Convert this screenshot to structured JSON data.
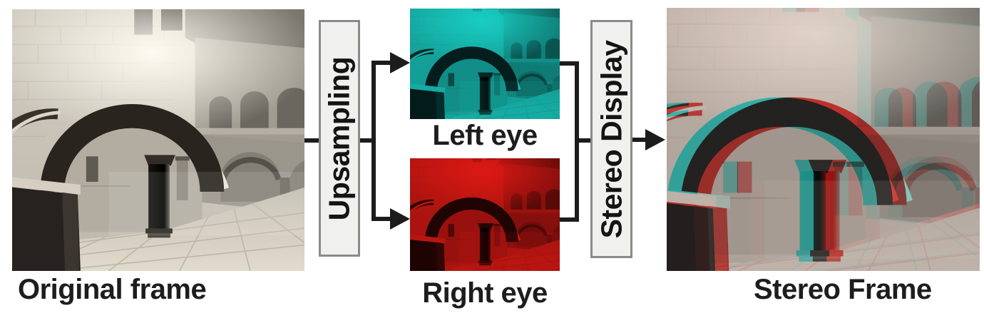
{
  "figure": {
    "description": "Stereo rendering pipeline diagram",
    "stages": {
      "original_frame": {
        "label": "Original frame",
        "image": "atrium-rendering-grayscale"
      },
      "upsampling": {
        "label": "Upsampling"
      },
      "left_eye": {
        "label": "Left eye",
        "image": "atrium-rendering-cyan-tint"
      },
      "right_eye": {
        "label": "Right eye",
        "image": "atrium-rendering-red-tint"
      },
      "stereo_display": {
        "label": "Stereo Display"
      },
      "stereo_frame": {
        "label": "Stereo Frame",
        "image": "atrium-rendering-anaglyph"
      }
    },
    "flow": [
      "original_frame",
      "upsampling",
      "left_eye|right_eye",
      "stereo_display",
      "stereo_frame"
    ],
    "colors": {
      "connector": "#1c1c1c",
      "process_box_fill": "#f0f0ee",
      "process_box_border": "#8a8a8a",
      "caption_text": "#1d1d1d",
      "left_eye_tint": "#1d8d85",
      "right_eye_tint": "#a81f15"
    }
  }
}
